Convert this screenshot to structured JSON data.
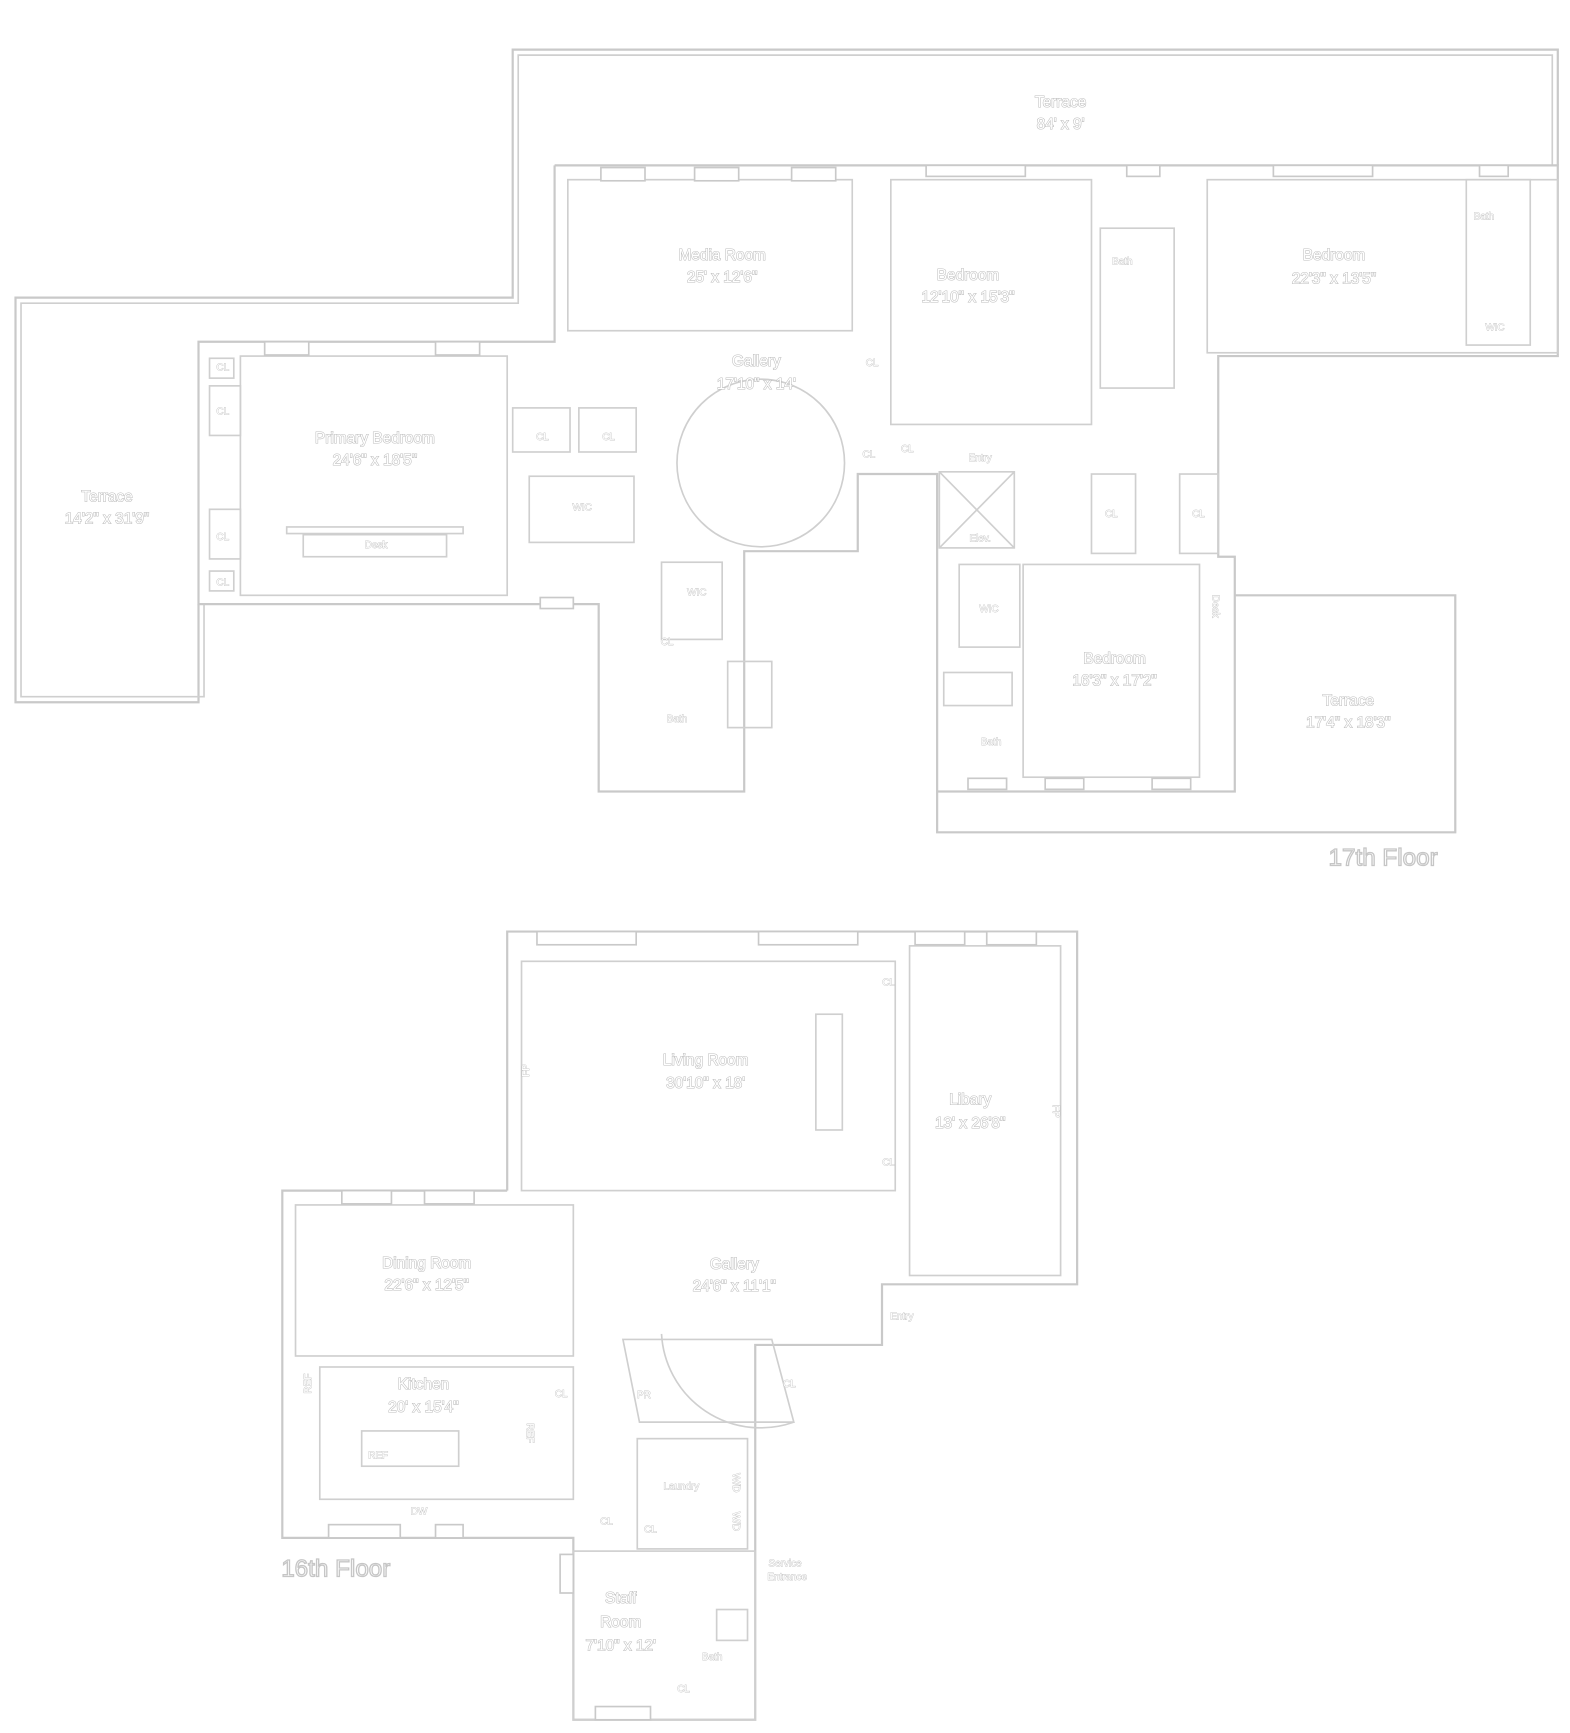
{
  "floor17": {
    "title": "17th Floor",
    "terrace_top": {
      "name": "Terrace",
      "size": "84' x 9'"
    },
    "media_room": {
      "name": "Media Room",
      "size": "25' x 12'6\""
    },
    "bedroom_a": {
      "name": "Bedroom",
      "size": "12'10\" x 15'3\""
    },
    "bedroom_b": {
      "name": "Bedroom",
      "size": "22'3\" x 13'5\""
    },
    "gallery": {
      "name": "Gallery",
      "size": "17'10\" x 14'"
    },
    "primary_bedroom": {
      "name": "Primary Bedroom",
      "size": "24'6\" x 18'5\""
    },
    "terrace_left": {
      "name": "Terrace",
      "size": "14'2\" x 31'9\""
    },
    "bedroom_c": {
      "name": "Bedroom",
      "size": "16'3\" x 17'2\""
    },
    "terrace_right": {
      "name": "Terrace",
      "size": "17'4\" x 18'3\""
    },
    "small": {
      "bath": "Bath",
      "wic": "WIC",
      "cl": "CL",
      "desk": "Desk",
      "entry": "Entry",
      "elev": "Elev."
    }
  },
  "floor16": {
    "title": "16th Floor",
    "living_room": {
      "name": "Living Room",
      "size": "30'10\" x 18'"
    },
    "library": {
      "name": "Libary",
      "size": "13' x 26'8\""
    },
    "dining_room": {
      "name": "Dining Room",
      "size": "22'6\" x 12'5\""
    },
    "gallery": {
      "name": "Gallery",
      "size": "24'6\" x 11'1\""
    },
    "kitchen": {
      "name": "Kitchen",
      "size": "20' x 15'4\""
    },
    "staff_room": {
      "name1": "Staff",
      "name2": "Room",
      "size": "7'10\" x 12'"
    },
    "small": {
      "entry": "Entry",
      "cl": "CL",
      "pr": "PR",
      "ref": "REF",
      "dw": "DW",
      "laundry": "Laundry",
      "wd": "W/D",
      "fp": "FP",
      "service1": "Service",
      "service2": "Entrance",
      "bath": "Bath"
    }
  }
}
